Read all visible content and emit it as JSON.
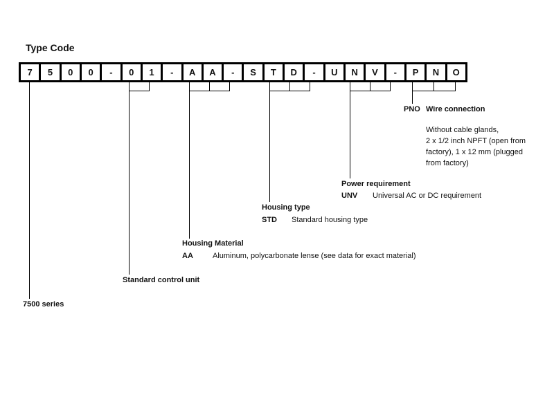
{
  "title": "Type Code",
  "code_chars": [
    "7",
    "5",
    "0",
    "0",
    "-",
    "0",
    "1",
    "-",
    "A",
    "A",
    "-",
    "S",
    "T",
    "D",
    "-",
    "U",
    "N",
    "V",
    "-",
    "P",
    "N",
    "O"
  ],
  "sections": {
    "wire": {
      "code": "PNO",
      "heading": "Wire connection",
      "lines": [
        "Without cable glands,",
        "2 x 1/2 inch NPFT (open from",
        "factory), 1 x 12 mm (plugged",
        "from factory)"
      ]
    },
    "power": {
      "heading": "Power requirement",
      "code": "UNV",
      "desc": "Universal AC or DC requirement"
    },
    "housing_type": {
      "heading": "Housing type",
      "code": "STD",
      "desc": "Standard housing type"
    },
    "housing_material": {
      "heading": "Housing Material",
      "code": "AA",
      "desc": "Aluminum, polycarbonate lense (see data for exact material)"
    },
    "control": {
      "heading": "Standard control unit"
    },
    "series": {
      "heading": "7500 series"
    }
  }
}
